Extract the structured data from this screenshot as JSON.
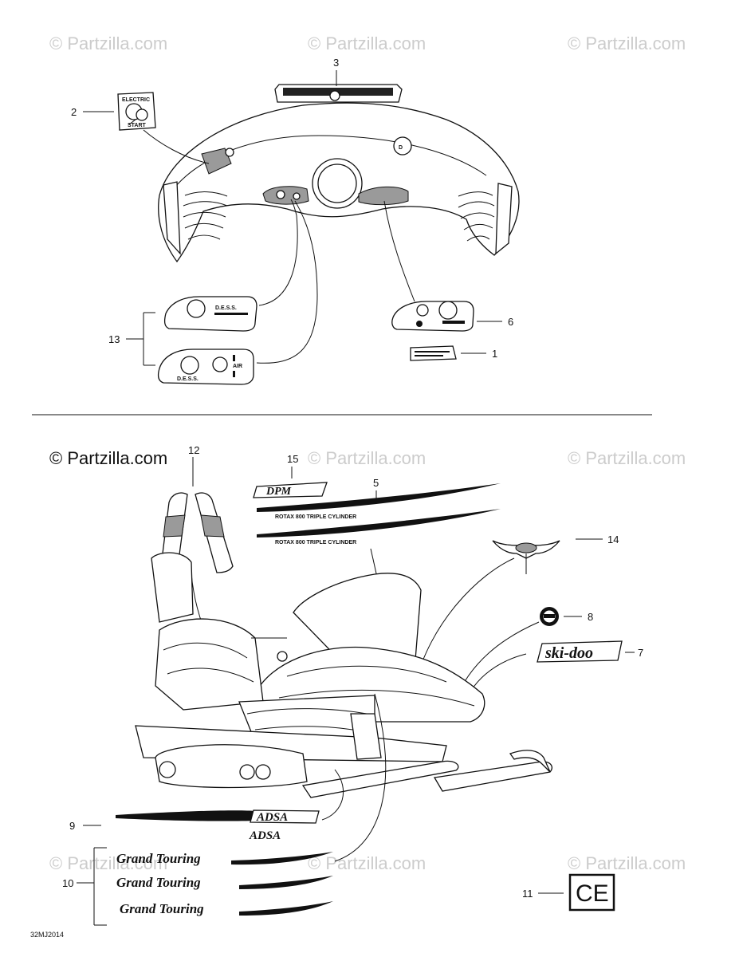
{
  "watermark": "© Partzilla.com",
  "diagram_code": "32MJ2014",
  "callouts": {
    "c1": "1",
    "c2": "2",
    "c3": "3",
    "c5": "5",
    "c6": "6",
    "c7": "7",
    "c8": "8",
    "c9": "9",
    "c10": "10",
    "c11": "11",
    "c12": "12",
    "c13": "13",
    "c14": "14",
    "c15": "15"
  },
  "decals": {
    "electric_start_top": "ELECTRIC",
    "electric_start_bottom": "START",
    "dess": "D.E.S.S.",
    "air": "AIR",
    "adsa": "ADSA",
    "grand_touring": "Grand Touring",
    "ski_doo": "ski-doo",
    "rotax": "ROTAX 800 TRIPLE CYLINDER",
    "dpm": "DPM",
    "ce_mark": "CE"
  },
  "colors": {
    "line": "#111111",
    "shade": "#9a9a9a",
    "watermark": "#cccccc"
  }
}
